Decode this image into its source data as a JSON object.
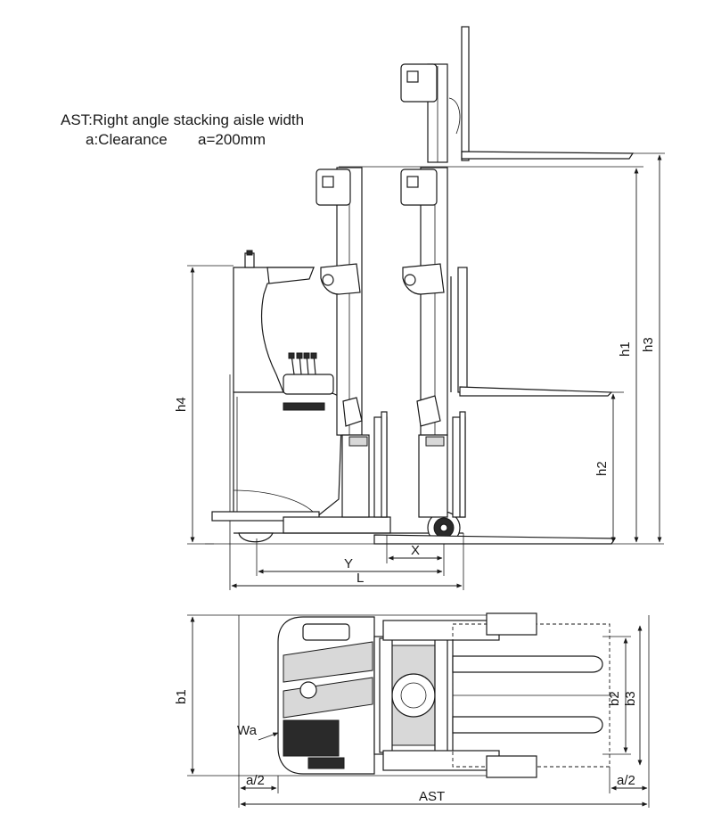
{
  "notes": {
    "line1": "AST:Right angle stacking aisle width",
    "line2": "a:Clearance",
    "line2_value": "a=200mm"
  },
  "side_view_labels": {
    "h1": "h1",
    "h2": "h2",
    "h3": "h3",
    "h4": "h4",
    "x": "X",
    "y": "Y",
    "l": "L"
  },
  "top_view_labels": {
    "b1": "b1",
    "b2": "b2",
    "b3": "b3",
    "wa": "Wa",
    "a_half_left": "a/2",
    "ast": "AST",
    "a_half_right": "a/2"
  }
}
